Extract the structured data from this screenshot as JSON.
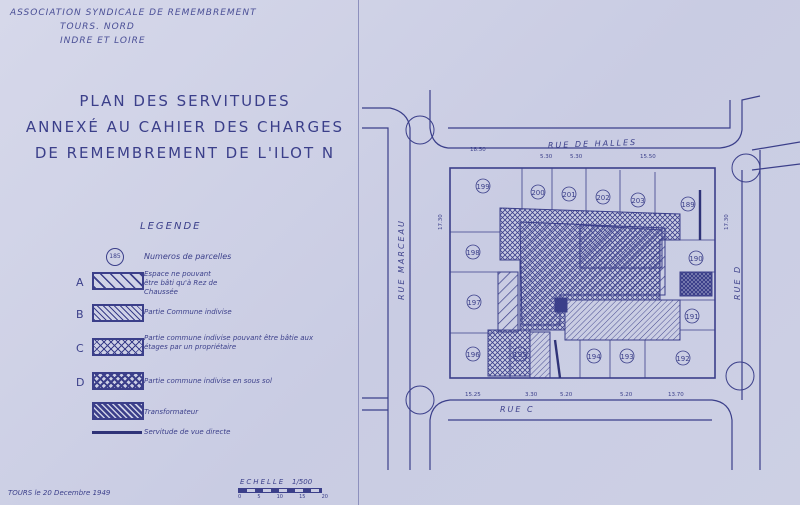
{
  "header": {
    "line1": "ASSOCIATION SYNDICALE DE REMEMBREMENT",
    "line2": "TOURS. NORD",
    "line3": "INDRE ET LOIRE"
  },
  "title": {
    "line1": "PLAN DES SERVITUDES",
    "line2": "ANNEXÉ AU CAHIER DES CHARGES",
    "line3": "DE REMEMBREMENT DE L'ILOT N"
  },
  "legend": {
    "title": "LEGENDE",
    "parcel_symbol": "185",
    "items": [
      {
        "letter": "",
        "text": "Numeros de parcelles",
        "style": "circle"
      },
      {
        "letter": "A",
        "text": "Espace ne pouvant être bâti qu'à Rez de Chaussée",
        "style": "hatch-wide"
      },
      {
        "letter": "B",
        "text": "Partie Commune indivise",
        "style": "hatch-fine"
      },
      {
        "letter": "C",
        "text": "Partie commune indivise pouvant être bâtie aux étages par un propriétaire",
        "style": "crosshatch"
      },
      {
        "letter": "D",
        "text": "Partie commune indivise en sous sol",
        "style": "crosshatch-dense"
      },
      {
        "letter": "",
        "text": "Transformateur",
        "style": "dense"
      },
      {
        "letter": "",
        "text": "Servitude de vue directe",
        "style": "line"
      }
    ]
  },
  "footer": {
    "date": "TOURS  le 20 Decembre 1949",
    "scale_label": "ECHELLE",
    "scale_value": "1/500",
    "scale_ticks": [
      "0",
      "5",
      "10",
      "15",
      "20"
    ]
  },
  "streets": {
    "north": "RUE DE HALLES",
    "south": "RUE C",
    "west": "RUE MARCEAU",
    "east": "RUE D"
  },
  "parcels": [
    "199",
    "200",
    "201",
    "202",
    "203",
    "189",
    "198",
    "190",
    "197",
    "191",
    "196",
    "195",
    "194",
    "193",
    "192"
  ],
  "dimensions": {
    "north_total": "18.50",
    "north_segments": [
      "5.30",
      "5.30",
      "15.50"
    ],
    "south_segments": [
      "15.25",
      "3.30",
      "5.20",
      "5.20",
      "13.70"
    ],
    "west_side": "17.30",
    "east_side": "17.30"
  },
  "colors": {
    "ink": "#3b3f8a",
    "paper": "#cfd2e6"
  }
}
